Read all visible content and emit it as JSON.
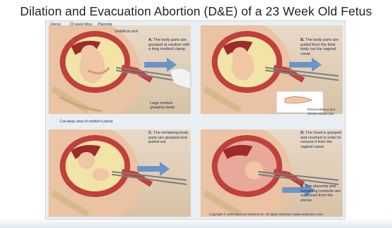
{
  "title": "Dilation and Evacuation Abortion (D&E) of a 23 Week Old Fetus",
  "labels": {
    "uterus": "Uterus",
    "fetus": "23 week fetus",
    "placenta": "Placenta",
    "cord": "Umbilical cord",
    "clamp": "Large toothed grasping clamp",
    "cutaway": "Cut-away view of mother's pelvis"
  },
  "captions": {
    "a": {
      "letter": "A.",
      "text": "The body parts are grasped at random with a long toothed clamp."
    },
    "b": {
      "letter": "B.",
      "text": "The body parts are pulled from the fetal body out the vaginal canal."
    },
    "c": {
      "letter": "C.",
      "text": "The remaining body parts are grasped and pulled out."
    },
    "d": {
      "letter": "D.",
      "text": "The head is grasped and crushed in order to remove it from the vaginal canal."
    },
    "e": {
      "letter": "E.",
      "text": "The placenta and remaining contents are suctioned from the uterus."
    }
  },
  "inset_text": "Dismembered arm shown actual size",
  "copyright": "Copyright © 2003 Nucleus Medical Art, All rights reserved. www.nucleusinc.com",
  "colors": {
    "uterus": "#c0403c",
    "amniotic": "#f2e3a6",
    "flesh": "#efc7a5",
    "spine": "#d6b98a",
    "arrow": "#6b95c9"
  }
}
